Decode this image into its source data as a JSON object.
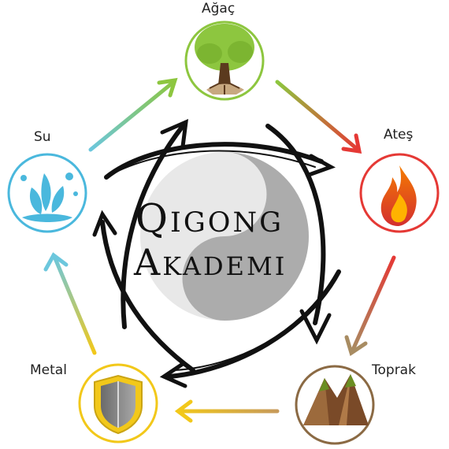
{
  "brand": {
    "line1": "Qigong",
    "line2": "Akademi"
  },
  "elements": [
    {
      "id": "agac",
      "label": "Ağaç",
      "icon": "tree-icon",
      "ring_color": "#8dc63f"
    },
    {
      "id": "ates",
      "label": "Ateş",
      "icon": "flame-icon",
      "ring_color": "#e53935"
    },
    {
      "id": "toprak",
      "label": "Toprak",
      "icon": "mountain-icon",
      "ring_color": "#8b6a44"
    },
    {
      "id": "metal",
      "label": "Metal",
      "icon": "shield-icon",
      "ring_color": "#f2c81a"
    },
    {
      "id": "su",
      "label": "Su",
      "icon": "water-splash-icon",
      "ring_color": "#4ab8dd"
    }
  ],
  "cycle": [
    {
      "from": "Su",
      "to": "Ağaç",
      "colors": [
        "#6cc7dd",
        "#8dc63f"
      ]
    },
    {
      "from": "Ağaç",
      "to": "Ateş",
      "colors": [
        "#8dc63f",
        "#e53935"
      ]
    },
    {
      "from": "Ateş",
      "to": "Toprak",
      "colors": [
        "#e53935",
        "#a88c62"
      ]
    },
    {
      "from": "Toprak",
      "to": "Metal",
      "colors": [
        "#c79a5a",
        "#f2c81a"
      ]
    },
    {
      "from": "Metal",
      "to": "Su",
      "colors": [
        "#f2c81a",
        "#6cc7dd"
      ]
    }
  ]
}
